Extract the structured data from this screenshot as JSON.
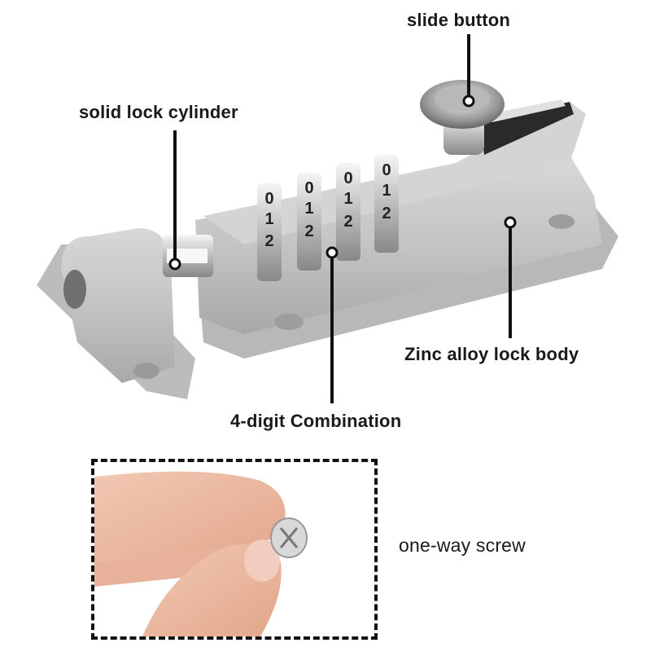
{
  "callouts": {
    "slide_button": "slide button",
    "solid_lock_cylinder": "solid lock cylinder",
    "zinc_alloy_body": "Zinc alloy lock body",
    "combination": "4-digit Combination",
    "one_way_screw": "one-way screw"
  },
  "dials": [
    {
      "digits": [
        "0",
        "1",
        "2"
      ]
    },
    {
      "digits": [
        "0",
        "1",
        "2"
      ]
    },
    {
      "digits": [
        "0",
        "1",
        "2"
      ]
    },
    {
      "digits": [
        "0",
        "1",
        "2"
      ]
    }
  ],
  "colors": {
    "body": "#c9c9c9",
    "body_shadow": "#a9a9a9",
    "chrome": "#e6e6e6",
    "line": "#111111",
    "skin": "#f0bfa6"
  }
}
